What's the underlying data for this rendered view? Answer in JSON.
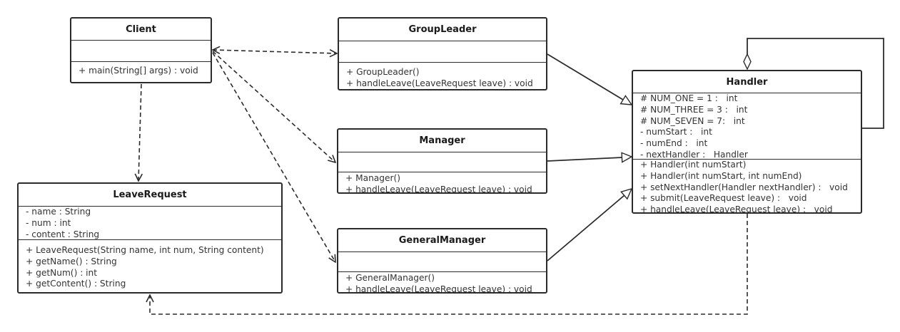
{
  "classes": {
    "client": {
      "name": "Client",
      "attributes": [],
      "operations": [
        "+ main(String[] args) : void"
      ]
    },
    "group_leader": {
      "name": "GroupLeader",
      "attributes": [],
      "operations": [
        "+ GroupLeader()",
        "+ handleLeave(LeaveRequest leave) : void"
      ]
    },
    "manager": {
      "name": "Manager",
      "attributes": [],
      "operations": [
        "+ Manager()",
        "+ handleLeave(LeaveRequest leave) : void"
      ]
    },
    "general_manager": {
      "name": "GeneralManager",
      "attributes": [],
      "operations": [
        "+ GeneralManager()",
        "+ handleLeave(LeaveRequest leave) : void"
      ]
    },
    "leave_request": {
      "name": "LeaveRequest",
      "attributes": [
        "- name : String",
        "- num : int",
        "- content : String"
      ],
      "operations": [
        "+ LeaveRequest(String name, int num, String content)",
        "+ getName() : String",
        "+ getNum() : int",
        "+ getContent() : String"
      ]
    },
    "handler": {
      "name": "Handler",
      "attributes": [
        "# NUM_ONE = 1 :   int",
        "# NUM_THREE = 3 :   int",
        "# NUM_SEVEN = 7:   int",
        "- numStart :   int",
        "- numEnd :   int",
        "- nextHandler :   Handler"
      ],
      "operations": [
        "+ Handler(int numStart)",
        "+ Handler(int numStart, int numEnd)",
        "+ setNextHandler(Handler nextHandler) :   void",
        "+ submit(LeaveRequest leave) :   void",
        "+ handleLeave(LeaveRequest leave) :   void"
      ]
    }
  },
  "colors": {
    "line": "#2b2b2b",
    "text": "#333333",
    "background": "#ffffff"
  }
}
